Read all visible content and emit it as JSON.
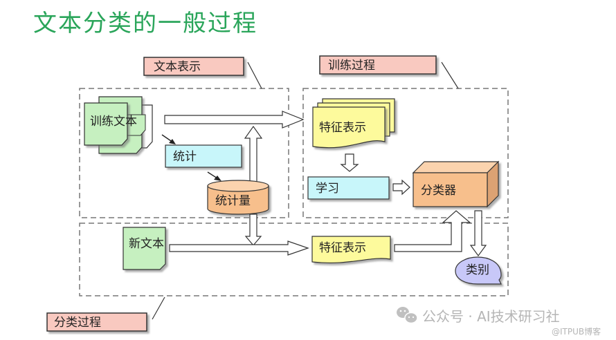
{
  "title": "文本分类的一般过程",
  "regions": {
    "text_representation": "文本表示",
    "training_process": "训练过程",
    "classification_process": "分类过程"
  },
  "nodes": {
    "training_text": "训练文本",
    "statistics": "统计",
    "statistic_values": "统计量",
    "feature_rep_train": "特征表示",
    "learning": "学习",
    "classifier": "分类器",
    "new_text": "新文本",
    "feature_rep_new": "特征表示",
    "category": "类别"
  },
  "colors": {
    "title": "#2aa55a",
    "region_label": "#f9c9c0",
    "document": "#c6f0c0",
    "process": "#c8f6fa",
    "database": "#f7bf8c",
    "feature": "#fdfa9c",
    "classifier": "#f7bf8c",
    "category": "#c8c8f8"
  },
  "watermark": {
    "account": "公众号 · AI技术研习社",
    "source": "@ITPUB博客"
  }
}
